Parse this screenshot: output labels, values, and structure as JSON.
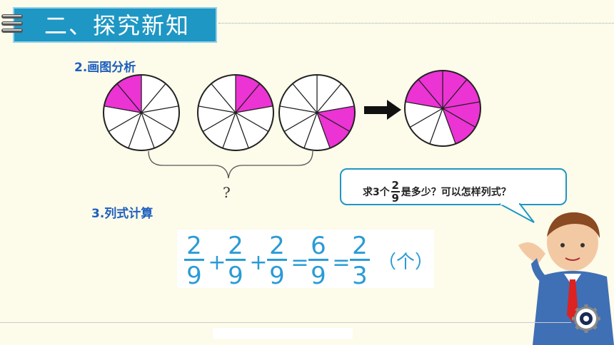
{
  "header": {
    "title": "二、探究新知"
  },
  "sections": {
    "diagram_label": {
      "num": "2.",
      "text": "画图分析"
    },
    "formula_label": {
      "num": "3.",
      "text": "列式计算"
    }
  },
  "brace_question": "?",
  "speech_bubble": {
    "prefix": "求3个",
    "fraction": {
      "numerator": "2",
      "denominator": "9"
    },
    "suffix": "是多少？可以怎样列式？"
  },
  "equation": {
    "terms": [
      "2/9",
      "+",
      "2/9",
      "+",
      "2/9",
      "=",
      "6/9",
      "=",
      "2/3"
    ],
    "unit": "（个）"
  },
  "pies": [
    {
      "slices": 9,
      "shaded": [
        7,
        8
      ]
    },
    {
      "slices": 9,
      "shaded": [
        0,
        1
      ]
    },
    {
      "slices": 9,
      "shaded": [
        2,
        3
      ]
    },
    {
      "slices": 9,
      "shaded": [
        7,
        8,
        0,
        1,
        2,
        3
      ]
    }
  ],
  "colors": {
    "accent": "#1e97c4",
    "shade": "#ec33d4",
    "equation": "#2a9bd6",
    "label": "#1e5fbf"
  },
  "icons": [
    "binder-rings-icon",
    "right-arrow-icon",
    "gear-button-icon"
  ]
}
